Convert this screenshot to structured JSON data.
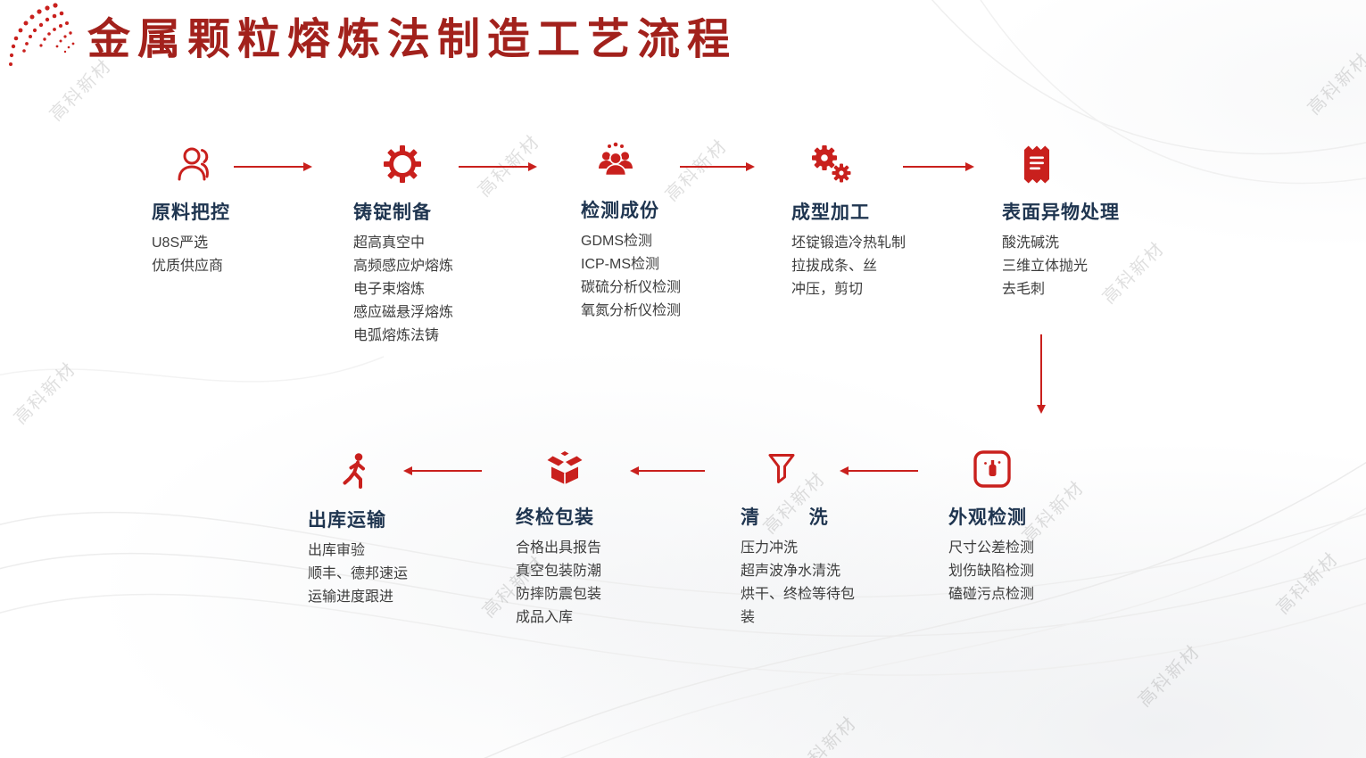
{
  "title": "金属颗粒熔炼法制造工艺流程",
  "watermark": "高科新材",
  "colors": {
    "accent": "#c9201d",
    "title_color": "#a2211c",
    "heading_color": "#1f3550",
    "body_color": "#3d3d3d"
  },
  "steps": [
    {
      "icon": "person-outline-icon",
      "title": "原料把控",
      "details": [
        "U8S严选",
        "优质供应商"
      ]
    },
    {
      "icon": "gear-icon",
      "title": "铸锭制备",
      "details": [
        "超高真空中",
        "高频感应炉熔炼",
        "电子束熔炼",
        "感应磁悬浮熔炼",
        "电弧熔炼法铸"
      ]
    },
    {
      "icon": "team-icon",
      "title": "检测成份",
      "details": [
        "GDMS检测",
        "ICP-MS检测",
        "碳硫分析仪检测",
        "氧氮分析仪检测"
      ]
    },
    {
      "icon": "double-gear-icon",
      "title": "成型加工",
      "details": [
        "坯锭锻造冷热轧制",
        "拉拔成条、丝",
        "冲压，剪切"
      ]
    },
    {
      "icon": "receipt-icon",
      "title": "表面异物处理",
      "details": [
        "酸洗碱洗",
        "三维立体抛光",
        "去毛刺"
      ]
    },
    {
      "icon": "inspection-badge-icon",
      "title": "外观检测",
      "details": [
        "尺寸公差检测",
        "划伤缺陷检测",
        "磕碰污点检测"
      ]
    },
    {
      "icon": "funnel-icon",
      "title": "清        洗",
      "details": [
        "压力冲洗",
        "超声波净水清洗",
        "烘干、终检等待包装"
      ]
    },
    {
      "icon": "open-box-icon",
      "title": "终检包装",
      "details": [
        "合格出具报告",
        "真空包装防潮",
        "防摔防震包装",
        "成品入库"
      ]
    },
    {
      "icon": "walking-person-icon",
      "title": "出库运输",
      "details": [
        "出库审验",
        "顺丰、德邦速运",
        "运输进度跟进"
      ]
    }
  ]
}
